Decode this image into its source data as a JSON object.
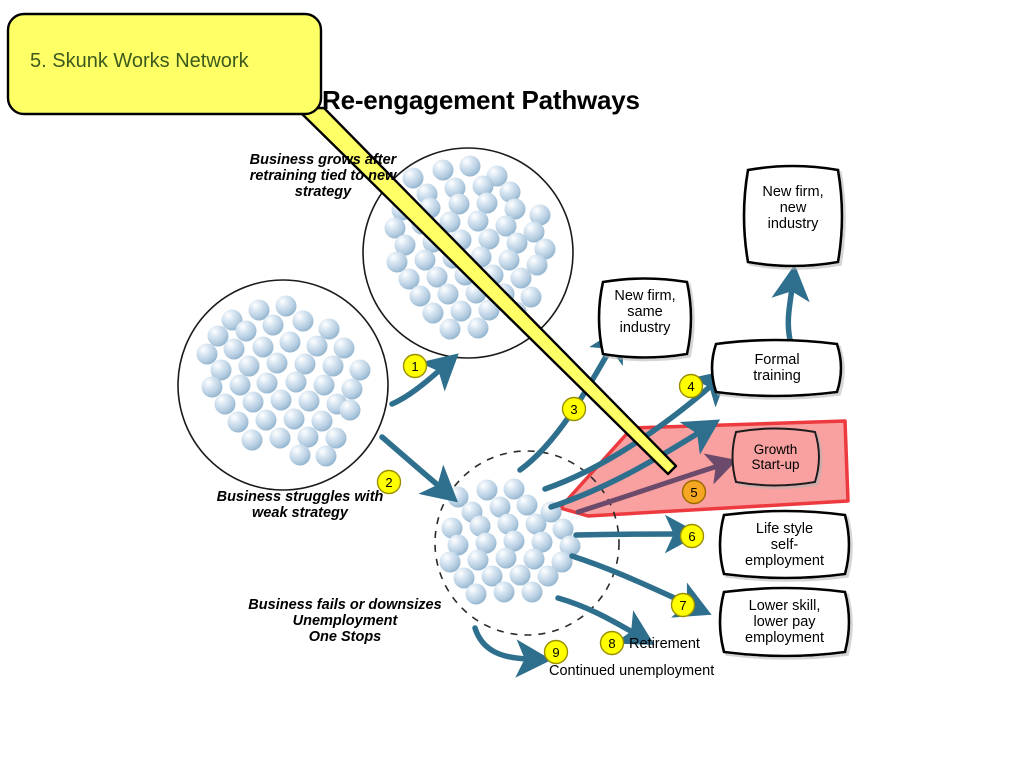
{
  "slide": {
    "title": "Re-engagement Pathways",
    "background_color": "#ffffff"
  },
  "callout": {
    "label": "5. Skunk Works Network",
    "fill_color": "#ffff66",
    "border_color": "#000000",
    "text_color": "#3d5a1e",
    "points_to": "growth-start-up-arrow"
  },
  "annotations": [
    {
      "id": "grows",
      "text": "Business grows after\nretraining tied to new\nstrategy"
    },
    {
      "id": "struggles",
      "text": "Business struggles with\nweak strategy"
    },
    {
      "id": "fails",
      "text": "Business fails or downsizes\nUnemployment\nOne Stops"
    }
  ],
  "clusters": [
    {
      "id": "cluster-grows",
      "label": "Business grows after retraining tied to new strategy",
      "border": "solid"
    },
    {
      "id": "cluster-struggles",
      "label": "Business struggles with weak strategy",
      "border": "solid"
    },
    {
      "id": "cluster-unemployed",
      "label": "Business fails or downsizes Unemployment One Stops",
      "border": "dashed"
    }
  ],
  "outcome_boxes": [
    {
      "id": "new-firm-new-industry",
      "text": "New firm,\nnew\nindustry"
    },
    {
      "id": "new-firm-same-industry",
      "text": "New firm,\nsame\nindustry"
    },
    {
      "id": "formal-training",
      "text": "Formal\ntraining"
    },
    {
      "id": "growth-start-up",
      "text": "Growth\nStart-up"
    },
    {
      "id": "life-style-self-employment",
      "text": "Life style\nself-\nemployment"
    },
    {
      "id": "lower-skill-lower-pay",
      "text": "Lower skill,\nlower pay\nemployment"
    }
  ],
  "plain_labels": [
    {
      "id": "retirement",
      "text": "Retirement"
    },
    {
      "id": "continued-unemployment",
      "text": "Continued unemployment"
    }
  ],
  "pathway_badges": [
    {
      "number": "1",
      "color": "#ffff00"
    },
    {
      "number": "2",
      "color": "#ffff00"
    },
    {
      "number": "3",
      "color": "#ffff00"
    },
    {
      "number": "4",
      "color": "#ffff00"
    },
    {
      "number": "5",
      "color": "#f5a623"
    },
    {
      "number": "6",
      "color": "#ffff00"
    },
    {
      "number": "7",
      "color": "#ffff00"
    },
    {
      "number": "8",
      "color": "#ffff00"
    },
    {
      "number": "9",
      "color": "#ffff00"
    }
  ],
  "highlight": {
    "id": "growth-start-up-highlight",
    "fill_color": "#f9a0a0",
    "border_color": "#ec3a3f",
    "arrow_color": "#6b4a6b"
  },
  "colors": {
    "arrow_teal": "#2e6f8e",
    "sphere": "#b9cfe2",
    "badge_yellow": "#ffff00",
    "badge_orange": "#f5a623"
  }
}
